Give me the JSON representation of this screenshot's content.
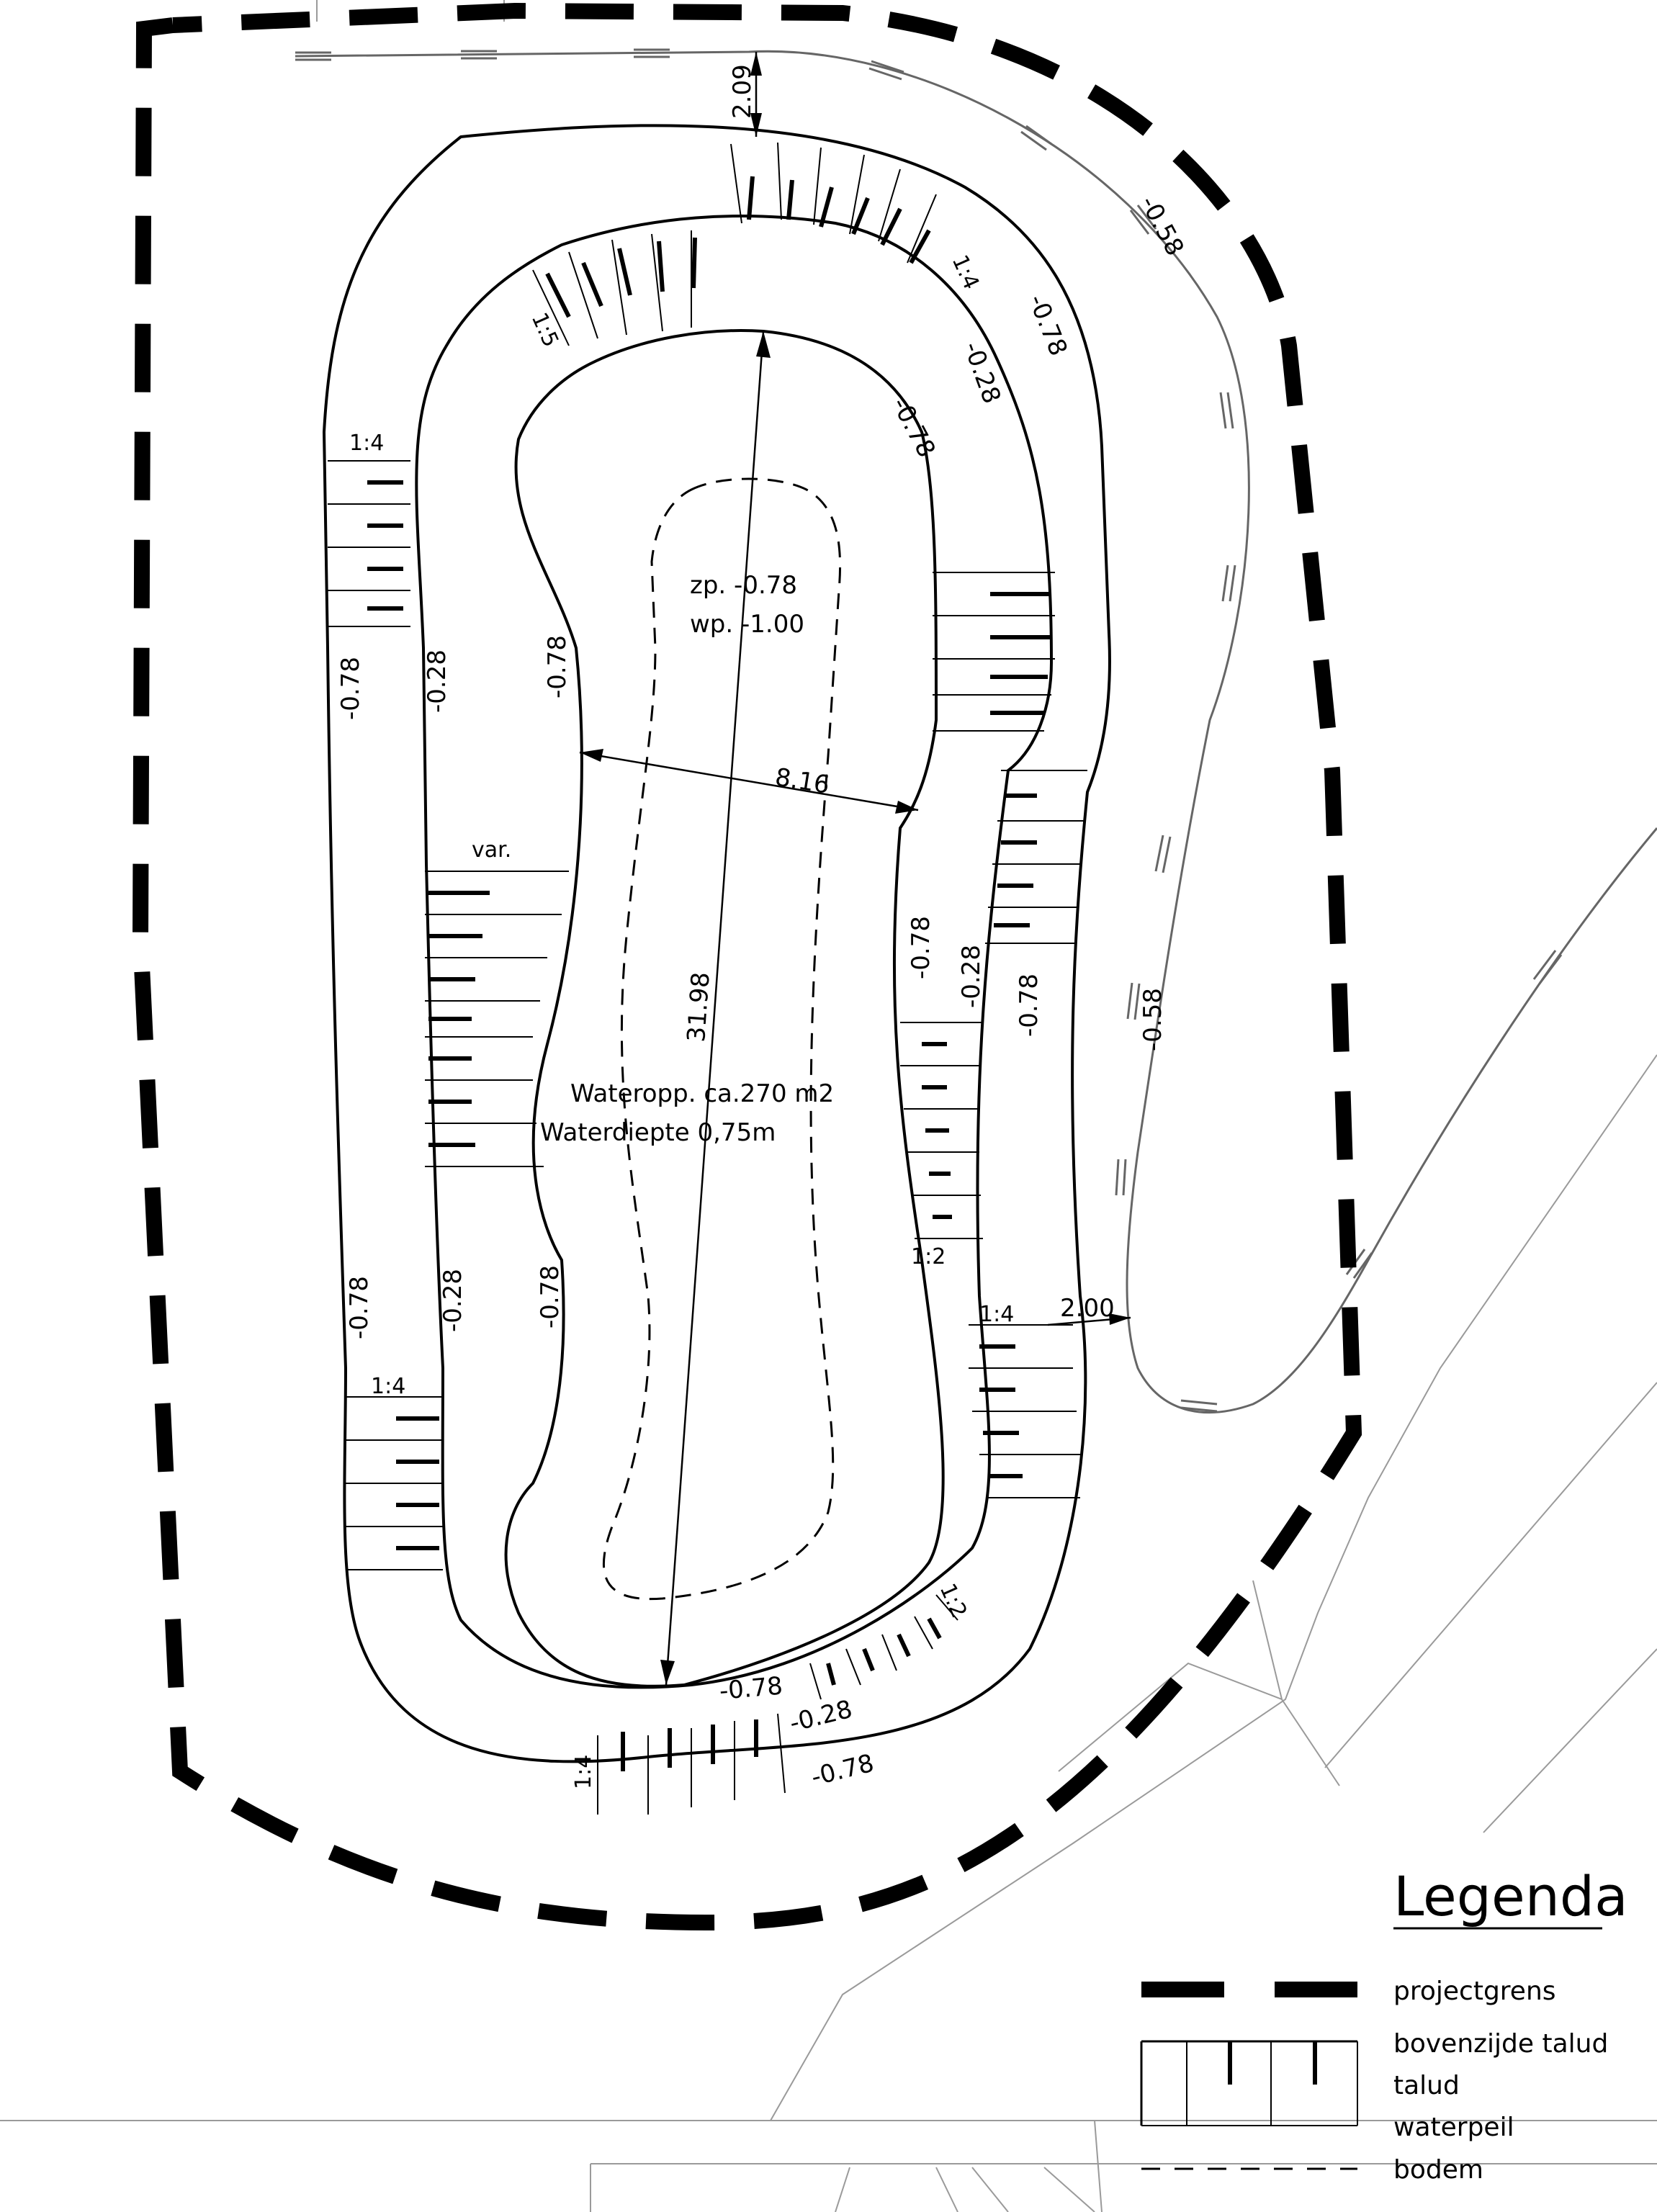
{
  "pond": {
    "bottom_level": "zp. -0.78",
    "water_level": "wp. -1.00",
    "water_area": "Wateropp. ca.270 m2",
    "water_depth": "Waterdiepte 0,75m",
    "length_dim": "31.98",
    "width_dim": "8.16"
  },
  "dimensions": {
    "top_offset": "2.09",
    "right_offset": "2.00"
  },
  "levels": {
    "l078": "-0.78",
    "l028": "-0.28",
    "l058": "-0.58"
  },
  "slopes": {
    "s14": "1:4",
    "s15": "1:5",
    "s12": "1:2",
    "var": "var."
  },
  "legend": {
    "title": "Legenda",
    "items": [
      {
        "label": "projectgrens"
      },
      {
        "label": "bovenzijde talud"
      },
      {
        "label": "talud"
      },
      {
        "label": "waterpeil"
      },
      {
        "label": "bodem"
      }
    ]
  }
}
